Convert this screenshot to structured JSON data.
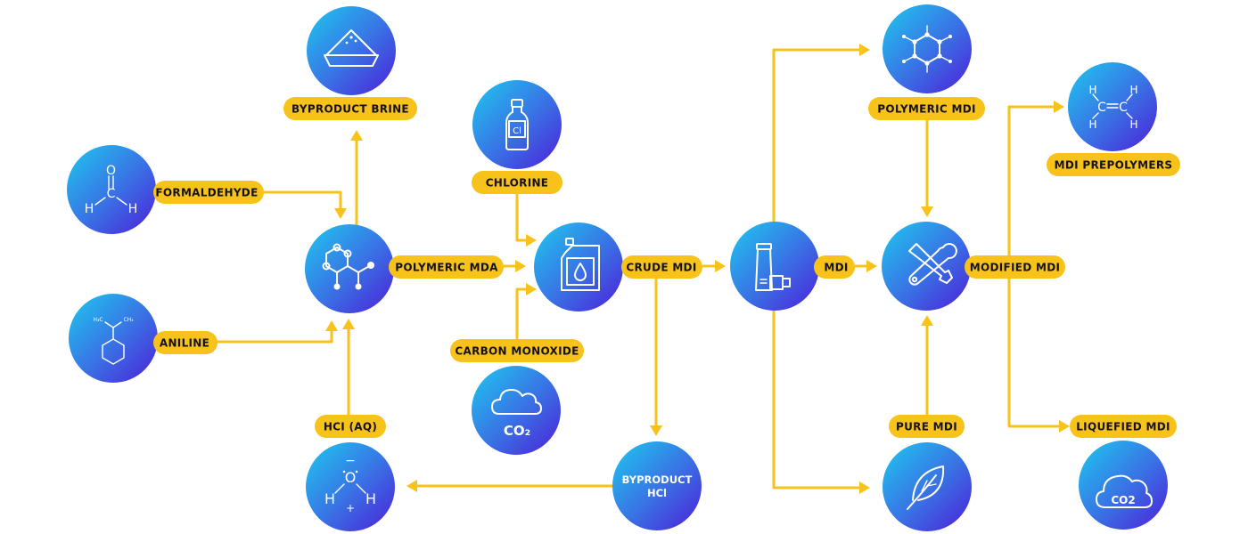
{
  "colors": {
    "arrow": "#f7c31b",
    "label_bg": "#f7c31b",
    "label_text": "#15121e",
    "node_gradient_start": "#1ec9ef",
    "node_gradient_end": "#4c1fd8",
    "icon": "#ffffff"
  },
  "nodes": {
    "formaldehyde": {
      "label": "FORMALDEHYDE",
      "icon": "formaldehyde-molecule-icon",
      "atom_o": "O",
      "atom_c": "C",
      "atom_h1": "H",
      "atom_h2": "H"
    },
    "aniline": {
      "label": "ANILINE",
      "icon": "aniline-molecule-icon",
      "atom_h3c": "H₃C",
      "atom_ch3": "CH₃"
    },
    "polymeric_mda": {
      "label": "POLYMERIC MDA",
      "icon": "molecule-icon"
    },
    "byproduct_brine": {
      "label": "BYPRODUCT BRINE",
      "icon": "salt-pile-icon"
    },
    "hcl_aq": {
      "label": "HCI (AQ)",
      "icon": "hydronium-icon",
      "atom_o": "O",
      "atom_h1": "H",
      "atom_h2": "H",
      "charge_minus": "−",
      "charge_plus": "+"
    },
    "chlorine": {
      "label": "CHLORINE",
      "icon": "chlorine-bottle-icon",
      "symbol": "Cl"
    },
    "carbon_monoxide": {
      "label": "CARBON MONOXIDE",
      "icon": "co2-cloud-icon",
      "symbol": "CO₂"
    },
    "crude_mdi": {
      "label": "CRUDE MDI",
      "icon": "fuel-canister-icon"
    },
    "byproduct_hcl": {
      "label_line1": "BYPRODUCT",
      "label_line2": "HCl"
    },
    "mdi": {
      "label": "MDI",
      "icon": "inhaler-icon"
    },
    "polymeric_mdi": {
      "label": "POLYMERIC MDI",
      "icon": "hexagon-molecule-icon"
    },
    "pure_mdi": {
      "label": "PURE MDI",
      "icon": "leaf-icon"
    },
    "modified_mdi": {
      "label": "MODIFIED MDI",
      "icon": "tools-icon"
    },
    "mdi_prepolymers": {
      "label": "MDI PREPOLYMERS",
      "icon": "ethylene-molecule-icon",
      "atom_c1": "C",
      "atom_c2": "C",
      "atom_h": "H"
    },
    "liquefied_mdi": {
      "label": "LIQUEFIED MDI",
      "icon": "co2-cloud-outline-icon",
      "symbol": "CO2"
    }
  }
}
